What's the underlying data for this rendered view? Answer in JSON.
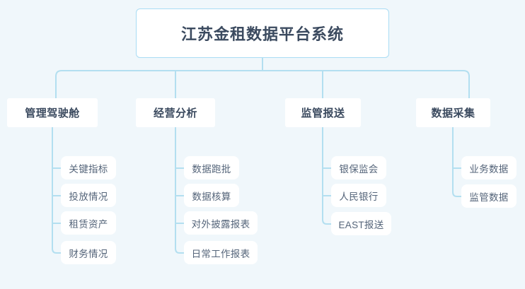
{
  "diagram": {
    "type": "org-chart",
    "background_color": "#f0f7fb",
    "connector_color": "#b3dff0",
    "root": {
      "label": "江苏金租数据平台系统",
      "box_color": "#ffffff",
      "border_color": "#a9dcf4",
      "text_color": "#3b4a5f"
    },
    "branches": [
      {
        "label": "管理驾驶舱",
        "children": [
          {
            "label": "关键指标"
          },
          {
            "label": "投放情况"
          },
          {
            "label": "租赁资产"
          },
          {
            "label": "财务情况"
          }
        ]
      },
      {
        "label": "经营分析",
        "children": [
          {
            "label": "数据跑批"
          },
          {
            "label": "数据核算"
          },
          {
            "label": "对外披露报表"
          },
          {
            "label": "日常工作报表"
          }
        ]
      },
      {
        "label": "监管报送",
        "children": [
          {
            "label": "银保监会"
          },
          {
            "label": "人民银行"
          },
          {
            "label": "EAST报送"
          }
        ]
      },
      {
        "label": "数据采集",
        "children": [
          {
            "label": "业务数据"
          },
          {
            "label": "监管数据"
          }
        ]
      }
    ]
  }
}
